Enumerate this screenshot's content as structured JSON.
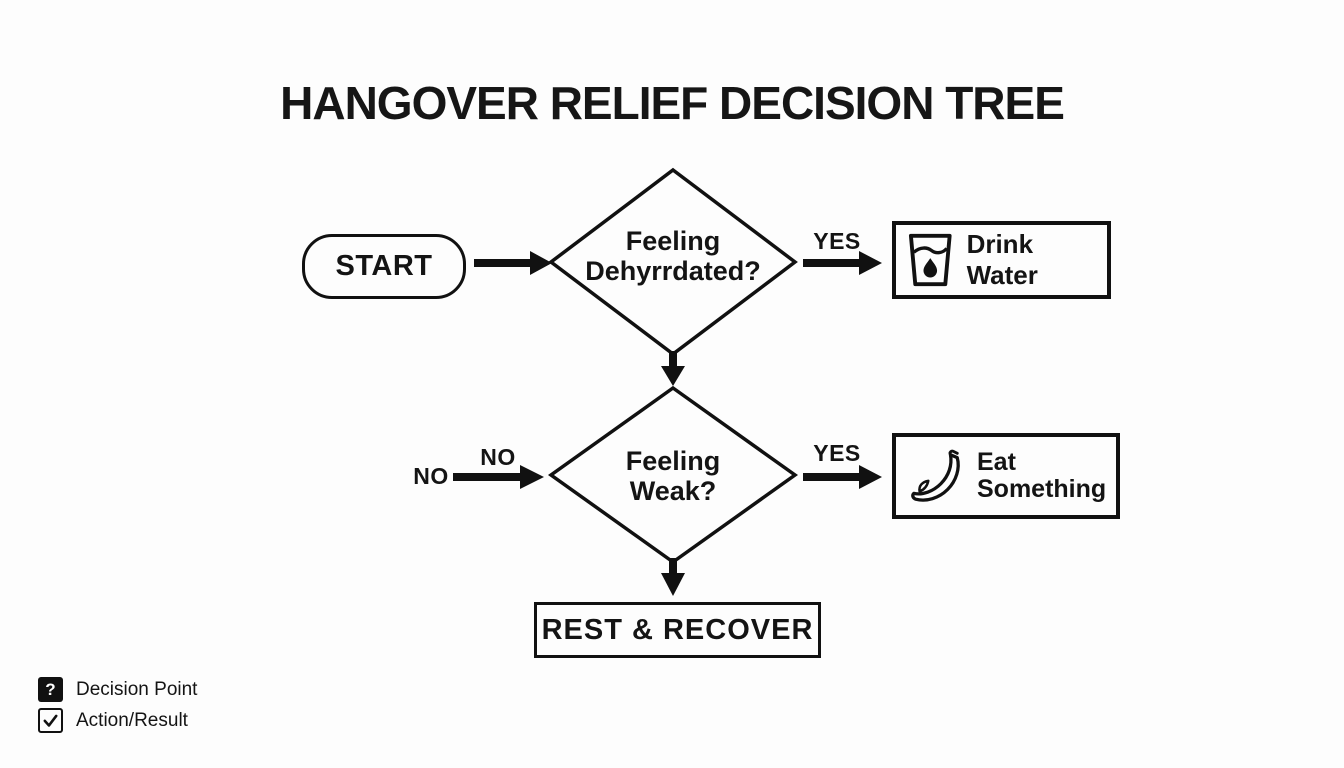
{
  "title": "HANGOVER RELIEF DECISION TREE",
  "nodes": {
    "start": {
      "label": "START"
    },
    "decision1": {
      "line1": "Feeling",
      "line2": "Dehyrrdated?"
    },
    "decision2": {
      "line1": "Feeling",
      "line2": "Weak?"
    },
    "drink_water": {
      "label": "Drink Water",
      "icon": "water-glass-icon"
    },
    "eat_something": {
      "line1": "Eat",
      "line2": "Something",
      "icon": "banana-icon"
    },
    "rest": {
      "label": "REST & RECOVER"
    }
  },
  "edge_labels": {
    "yes1": "YES",
    "yes2": "YES",
    "no_outer": "NO",
    "no_inner": "NO"
  },
  "legend": {
    "items": [
      {
        "icon": "question-square-icon",
        "glyph": "?",
        "label": "Decision Point"
      },
      {
        "icon": "check-square-icon",
        "glyph": "✓",
        "label": "Action/Result"
      }
    ]
  },
  "colors": {
    "ink": "#141414",
    "background": "#fdfdfd"
  }
}
